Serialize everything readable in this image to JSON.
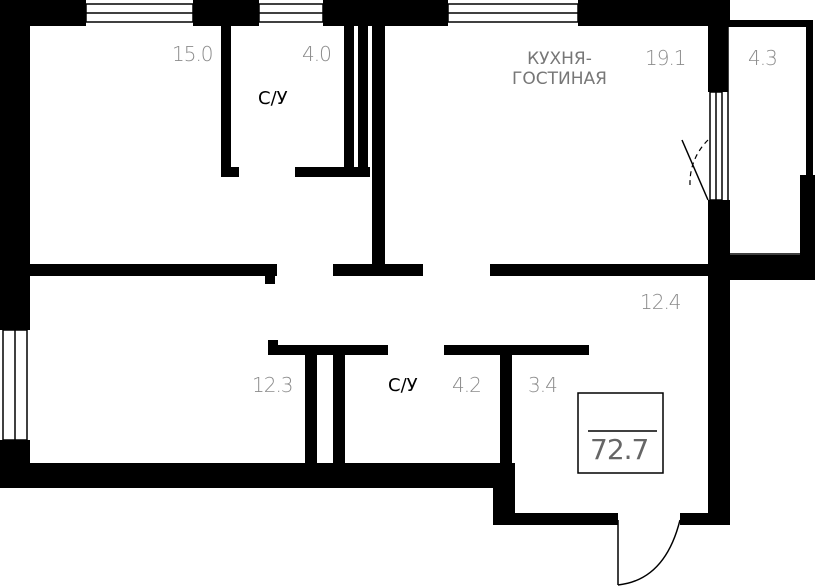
{
  "rooms": [
    {
      "id": "bedroom-1",
      "area": "15.0"
    },
    {
      "id": "bath-1",
      "area": "4.0",
      "label": "С/У"
    },
    {
      "id": "kitchen-living",
      "area": "19.1",
      "label_line1": "КУХНЯ-",
      "label_line2": "ГОСТИНАЯ"
    },
    {
      "id": "balcony",
      "area": "4.3"
    },
    {
      "id": "hall",
      "area": "12.4"
    },
    {
      "id": "bedroom-2",
      "area": "12.3"
    },
    {
      "id": "bath-2",
      "area": "4.2",
      "label": "С/У"
    },
    {
      "id": "vestibule",
      "area": "3.4"
    }
  ],
  "total_area": "72.7",
  "colors": {
    "wall": "#000000",
    "area_text": "#8c8c8c",
    "background": "#ffffff"
  }
}
